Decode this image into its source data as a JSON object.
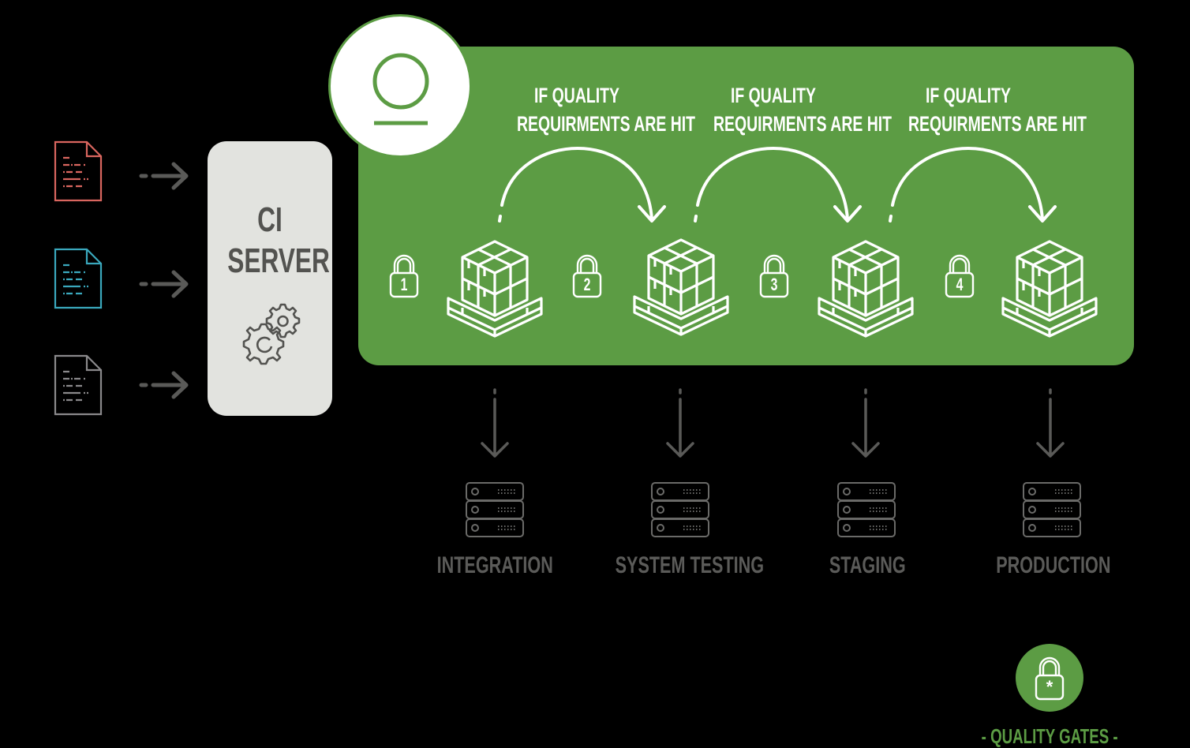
{
  "colors": {
    "background": "#000000",
    "panel_green": "#5c9c44",
    "ci_box": "#e2e3df",
    "ci_text": "#535350",
    "env_gray": "#5b5b59",
    "doc_red": "#d9665f",
    "doc_teal": "#3aa8bd",
    "doc_gray": "#8a898b"
  },
  "sources": [
    {
      "icon": "code-file-icon",
      "color": "red"
    },
    {
      "icon": "code-file-icon",
      "color": "teal"
    },
    {
      "icon": "code-file-icon",
      "color": "gray"
    }
  ],
  "ci_server": {
    "line1": "CI",
    "line2": "SERVER",
    "icon": "gears-icon"
  },
  "badge": {
    "icon": "user-icon"
  },
  "conditions": [
    {
      "line1": "IF QUALITY",
      "line2": "REQUIRMENTS ARE HIT"
    },
    {
      "line1": "IF QUALITY",
      "line2": "REQUIRMENTS ARE HIT"
    },
    {
      "line1": "IF QUALITY",
      "line2": "REQUIRMENTS ARE HIT"
    }
  ],
  "gates": [
    {
      "number": "1"
    },
    {
      "number": "2"
    },
    {
      "number": "3"
    },
    {
      "number": "4"
    }
  ],
  "environments": [
    {
      "label": "INTEGRATION"
    },
    {
      "label": "SYSTEM TESTING"
    },
    {
      "label": "STAGING"
    },
    {
      "label": "PRODUCTION"
    }
  ],
  "legend": {
    "symbol": "*",
    "label": "- QUALITY GATES -"
  }
}
